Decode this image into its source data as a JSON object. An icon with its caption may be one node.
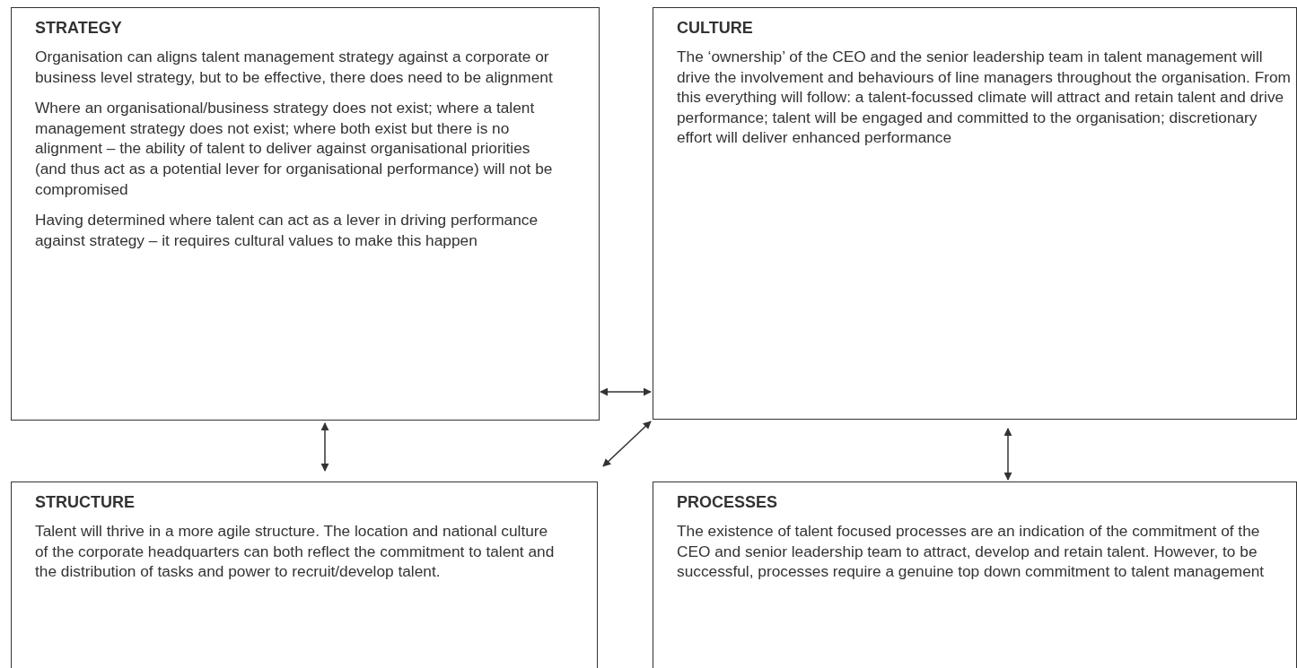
{
  "diagram": {
    "nodes": [
      {
        "text": [
          "STRATEGY",
          "Organisation can aligns talent management strategy against a corporate or business level strategy, but to be effective, there does need to be alignment",
          "Where an organisational/business strategy does not exist; where a talent management strategy does not exist; where both exist but there is no alignment – the ability of talent to deliver against organisational priorities (and thus act as a potential lever for organisational performance) will not be compromised",
          "Having determined where talent can act as a lever in driving performance against strategy – it requires cultural values to make this happen"
        ]
      },
      {
        "text": [
          "CULTURE",
          "The ‘ownership’ of the CEO and the senior leadership team in talent management will drive the involvement and behaviours of line managers throughout the organisation.  From this everything will follow: a talent-focussed climate will attract and retain talent and drive performance; talent will be engaged and committed to the organisation; discretionary effort will deliver enhanced performance"
        ]
      },
      {
        "text": [
          "STRUCTURE",
          "Talent will thrive in a more agile structure.  The location and national culture of the corporate headquarters can both reflect the commitment to talent and the distribution of tasks and power to recruit/develop talent."
        ]
      },
      {
        "text": [
          "PROCESSES",
          "The existence of talent focused processes are an indication of the commitment of the CEO and senior leadership team to attract, develop and retain talent.  However, to be successful, processes require a genuine top down commitment to talent management"
        ]
      }
    ],
    "edges": [
      {
        "from": 0,
        "to": 1,
        "arrow": "both"
      },
      {
        "from": 0,
        "to": 2,
        "arrow": "both"
      },
      {
        "from": 1,
        "to": 2,
        "arrow": "both"
      },
      {
        "from": 1,
        "to": 3,
        "arrow": "both"
      }
    ]
  }
}
